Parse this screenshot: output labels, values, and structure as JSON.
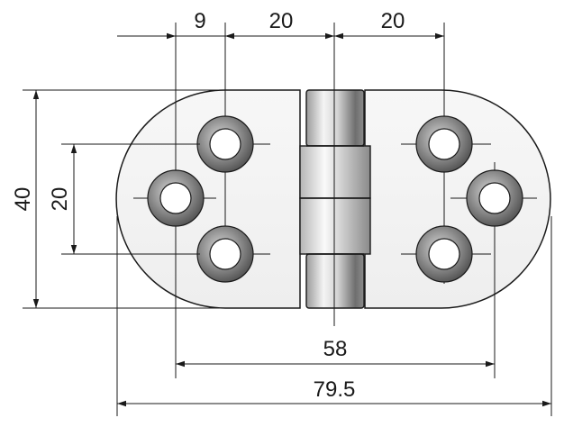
{
  "dimensions": {
    "hole_offset": "9",
    "hole_to_pin_left": "20",
    "hole_to_pin_right": "20",
    "overall_height": "40",
    "hole_vertical_spacing": "20",
    "outer_hole_span": "58",
    "overall_length": "79.5"
  },
  "colors": {
    "line": "#1a1a1a",
    "plate_fill": "#f4f4f4",
    "knuckle_light": "#f2f2f2",
    "knuckle_dark": "#7a7a7a",
    "hole_ring": "#6e6e6e"
  },
  "icons": {
    "arrow": "arrowhead",
    "hole": "countersunk-hole-icon"
  }
}
